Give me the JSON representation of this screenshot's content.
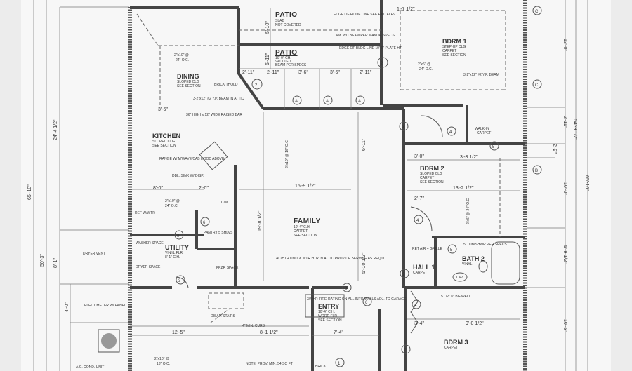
{
  "rooms": {
    "patio_upper": {
      "name": "PATIO",
      "notes": [
        "SLAB",
        "NOT COVERED"
      ],
      "dim": "5'-10\""
    },
    "patio_lower": {
      "name": "PATIO",
      "notes": [
        "10'-0\" CH.",
        "VAULTED",
        "BEAM PER SPECS"
      ],
      "dim": "5'-11\""
    },
    "dining": {
      "name": "DINING",
      "notes": [
        "SLOPED CLG",
        "SEE SECTION"
      ],
      "joist": "2\"x10\" @",
      "spacing": "24\" O.C."
    },
    "kitchen": {
      "name": "KITCHEN",
      "notes": [
        "SLOPED CLG",
        "SEE SECTION"
      ],
      "range": "RANGE W/ M'WAVE/CAB HOOD ABOVE",
      "sink": "DBL. SINK W/ DISP.",
      "bar": "36\" HIGH x 12\" WIDE RAISED BAR",
      "joist": "2\"x10\" @",
      "spacing": "24\" O.C.",
      "ref": "REF W/WTR"
    },
    "family": {
      "name": "FAMILY",
      "notes": [
        "10'-4\" C.H.",
        "CARPET",
        "SEE SECTION"
      ],
      "joist": "2\"x10\" @ 16\" O.C.",
      "width": "15'-9 1/2\"",
      "depth": "19'-8 1/2\""
    },
    "utility": {
      "name": "UTILITY",
      "notes": [
        "VINYL FLR",
        "8'-1\" C.H."
      ],
      "washer": "WASHER SPACE",
      "dryer": "DRYER SPACE",
      "freezer": "FRZR SPACE",
      "pantry": "PANTRY 5 SHLVS"
    },
    "bdrm1": {
      "name": "BDRM 1",
      "notes": [
        "STEP-UP CLG",
        "CARPET",
        "SEE SECTION"
      ],
      "joist": "2\"x6\" @",
      "spacing": "24\" O.C.",
      "beam": "3-2\"x12\" #2 Y.P. BEAM"
    },
    "bdrm2": {
      "name": "BDRM 2",
      "notes": [
        "SLOPED CLG",
        "CARPET",
        "SEE SECTION"
      ],
      "width": "13'-2 1/2\"",
      "joist": "2\"x6\" @ 24\" O.C."
    },
    "bdrm3": {
      "name": "BDRM 3",
      "notes": [
        "CARPET"
      ],
      "width": "9'-0 1/2\""
    },
    "bath2": {
      "name": "BATH 2",
      "notes": [
        "VINYL"
      ],
      "tub": "5' TUB/SHWR PER SPECS",
      "lav": "LAV"
    },
    "hall": {
      "name": "HALL 1",
      "notes": [
        "CARPET"
      ],
      "ret_air": "RET AIR + GRILLE"
    },
    "entry": {
      "name": "ENTRY",
      "notes": [
        "10'-4\" C.H.",
        "WOOD FLR",
        "SEE SECTION"
      ]
    },
    "wic": {
      "name": "WALK-IN",
      "notes": [
        "CARPET"
      ]
    },
    "garage": {
      "joist": "2\"x10\" @",
      "spacing": "16\" O.C."
    }
  },
  "annotations": {
    "roof_edge": "EDGE OF ROOF LINE SEE EXT. ELEV.",
    "lam_beam": "LAM. WD BEAM PER MANUF. SPECS",
    "bldg_edge": "EDGE OF BLDG LINE 10'-0\" PLATE HT",
    "brick_thold": "BRICK THOLD",
    "beam_attic": "3-2\"x12\" #2 Y.P. BEAM IN ATTIC",
    "ac_unit": "AC/HTR UNIT & WTR HTR IN ATTIC PROVIDE SERVICE AS REQ'D",
    "fire_rating": "3/4 HR FIRE-RATING ON ALL INTO WALLS ADJ. TO GARAGE",
    "disap_stairs": "DISAP. STAIRS",
    "curb": "4\" MIN. CURB",
    "elect_meter": "ELECT METER W/ PANEL",
    "dryer_vent": "DRYER VENT",
    "ac_cond": "A.C. COND. UNIT",
    "plbg_wall": "5 1/2\" PLBG WALL",
    "brick": "BRICK",
    "note_cloud": "NOTE: PROV. MIN. 54 SQ FT",
    "cm": "C/M"
  },
  "dimensions": {
    "left": [
      "24'-4 1/2\"",
      "8'-1\"",
      "4'-0\"",
      "50'-3\"",
      "65'-10\""
    ],
    "right": [
      "13'-0\"",
      "2'-11\"",
      "2'-2\"",
      "10'-0\"",
      "5'-9 1/2\"",
      "10'-5\"",
      "54'-9 1/2\"",
      "65'-10\""
    ],
    "top_row": [
      "2'-11\"",
      "2'-11\"",
      "3'-6\"",
      "3'-6\"",
      "2'-11\""
    ],
    "misc": [
      "3'-6\"",
      "8'-0\"",
      "2'-0\"",
      "3'-0\"",
      "3'-3 1/2\"",
      "2'-7\"",
      "3'-4\"",
      "12'-5\"",
      "8'-1 1/2\"",
      "7'-4\"",
      "5'-10 1/2\"",
      "6'-11\"",
      "1'-7 1/2\""
    ]
  },
  "tags": [
    "2",
    "2",
    "A",
    "A",
    "A",
    "9",
    "4",
    "5",
    "6",
    "9",
    "4",
    "5",
    "9",
    "3",
    "8",
    "6",
    "4",
    "7",
    "1",
    "C",
    "C",
    "B"
  ]
}
